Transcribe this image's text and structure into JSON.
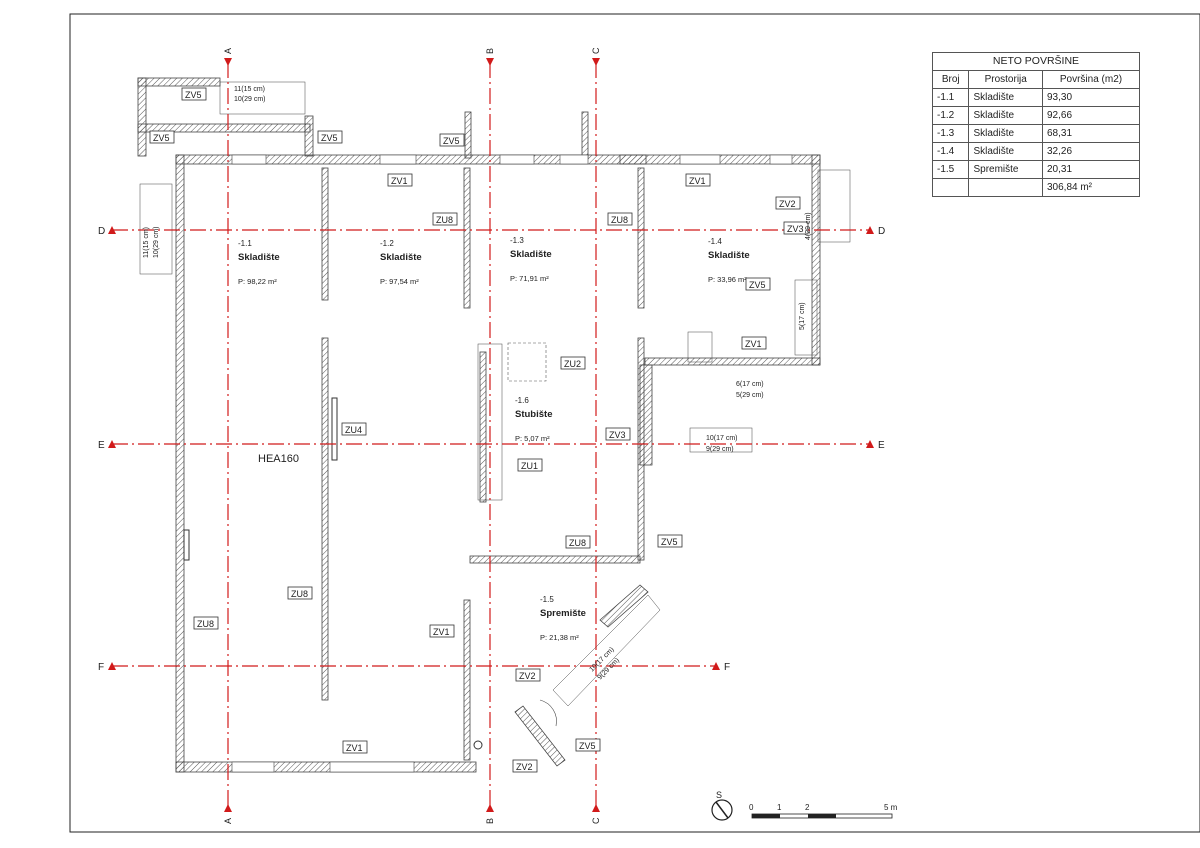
{
  "table": {
    "title": "NETO POVRŠINE",
    "headers": [
      "Broj",
      "Prostorija",
      "Površina (m2)"
    ],
    "rows": [
      [
        "-1.1",
        "Skladište",
        "93,30"
      ],
      [
        "-1.2",
        "Skladište",
        "92,66"
      ],
      [
        "-1.3",
        "Skladište",
        "68,31"
      ],
      [
        "-1.4",
        "Skladište",
        "32,26"
      ],
      [
        "-1.5",
        "Spremište",
        "20,31"
      ]
    ],
    "total": "306,84 m²"
  },
  "rooms": [
    {
      "num": "-1.1",
      "name": "Skladište",
      "area": "P: 98,22 m²"
    },
    {
      "num": "-1.2",
      "name": "Skladište",
      "area": "P: 97,54 m²"
    },
    {
      "num": "-1.3",
      "name": "Skladište",
      "area": "P: 71,91 m²"
    },
    {
      "num": "-1.4",
      "name": "Skladište",
      "area": "P: 33,96 m²"
    },
    {
      "num": "-1.6",
      "name": "Stubište",
      "area": "P: 5,07 m²"
    },
    {
      "num": "-1.5",
      "name": "Spremište",
      "area": "P: 21,38 m²"
    }
  ],
  "axes": {
    "vertical": [
      "A",
      "B",
      "C"
    ],
    "horizontal": [
      "D",
      "E",
      "F"
    ]
  },
  "tags": [
    "ZV5",
    "ZV5",
    "ZV5",
    "ZV5",
    "ZV1",
    "ZV1",
    "ZU8",
    "ZU8",
    "ZV2",
    "ZV3",
    "ZV5",
    "ZU2",
    "ZV1",
    "ZU4",
    "ZU1",
    "ZV3",
    "ZU8",
    "ZV5",
    "ZU8",
    "ZV1",
    "ZU8",
    "ZV2",
    "ZV5",
    "ZV1",
    "ZV2"
  ],
  "beam_label": "HEA160",
  "stair_notes": [
    "11(15 cm)",
    "10(29 cm)",
    "11(15 cm)",
    "10(29 cm)",
    "6(17 cm)",
    "5(29 cm)",
    "10(17 cm)",
    "9(29 cm)",
    "5(17 cm)",
    "4(29 cm)",
    "10(17 cm)",
    "9(29 cm)"
  ],
  "scale": {
    "north": "S",
    "ticks": [
      "0",
      "1",
      "2",
      "5 m"
    ]
  },
  "colors": {
    "axis": "#d11a1a",
    "wall": "#444444",
    "line": "#333333"
  }
}
